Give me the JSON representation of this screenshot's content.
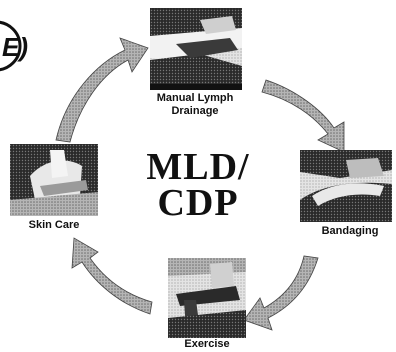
{
  "center": {
    "line1": "MLD/",
    "line2": "CDP"
  },
  "steps": [
    {
      "label_line1": "Manual Lymph",
      "label_line2": "Drainage",
      "icon": "massage-photo"
    },
    {
      "label_line1": "Bandaging",
      "icon": "bandaging-photo"
    },
    {
      "label_line1": "Exercise",
      "icon": "exercise-photo"
    },
    {
      "label_line1": "Skin Care",
      "icon": "skin-care-photo"
    }
  ],
  "corner_fragment": "E)",
  "colors": {
    "arrow": "#8a8a8a",
    "ink": "#111111",
    "photo_dark": "#1f1f1f",
    "photo_light": "#d9d9d9"
  }
}
